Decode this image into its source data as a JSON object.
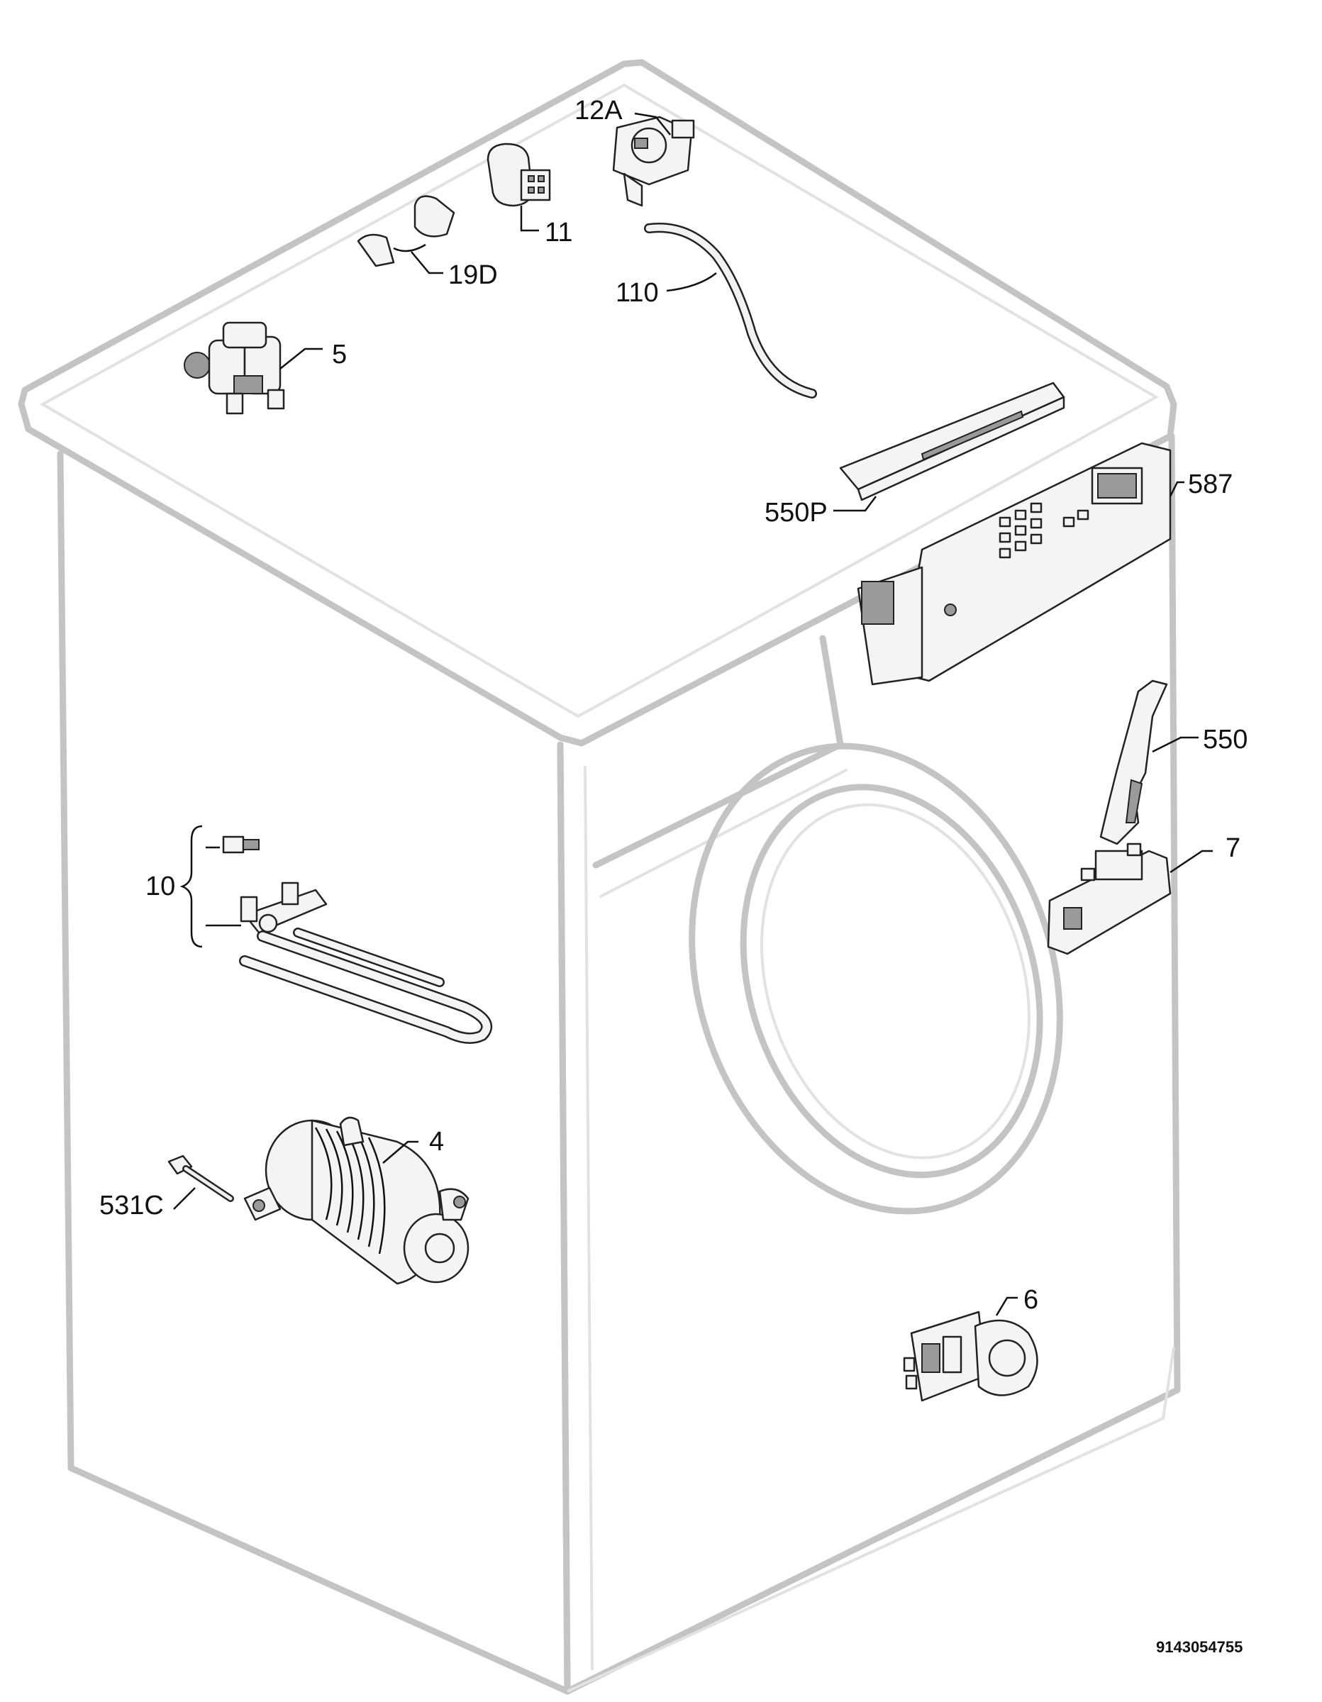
{
  "diagram": {
    "callouts": {
      "p12a": "12A",
      "p11": "11",
      "p19d": "19D",
      "p110": "110",
      "p5": "5",
      "p550p": "550P",
      "p587": "587",
      "p550": "550",
      "p7": "7",
      "p10": "10",
      "p4": "4",
      "p531c": "531C",
      "p6": "6"
    },
    "document_id": "9143054755"
  }
}
